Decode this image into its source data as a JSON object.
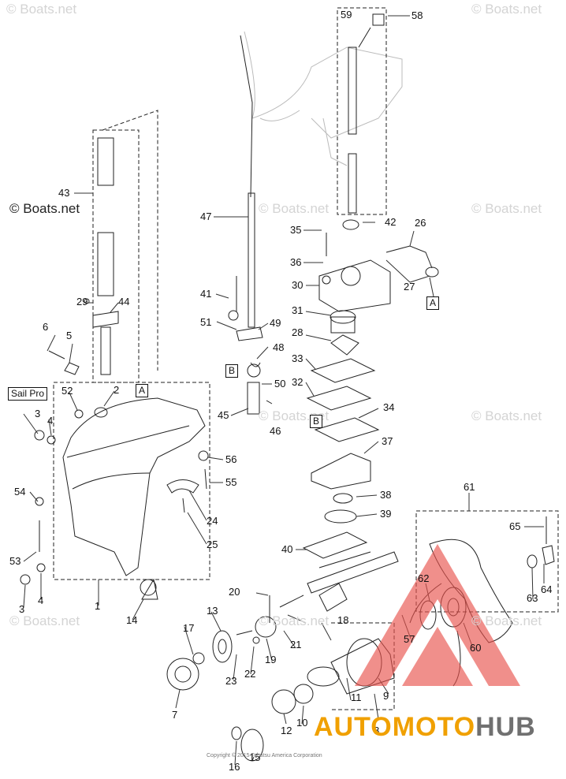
{
  "watermarks": {
    "main": "© Boats.net",
    "repeat": "© Boats.net"
  },
  "copyright": "Copyright © 2015 Tohatsu America Corporation",
  "brand": {
    "part1": "AUTOMOTO",
    "part2": "HUB"
  },
  "callouts": {
    "sail_pro": "Sail Pro",
    "box_a": "A",
    "box_b": "B"
  },
  "part_numbers": {
    "p1": "1",
    "p2": "2",
    "p3a": "3",
    "p3b": "3",
    "p4a": "4",
    "p4b": "4",
    "p5": "5",
    "p6": "6",
    "p7": "7",
    "p8": "8",
    "p9": "9",
    "p10": "10",
    "p11": "11",
    "p12": "12",
    "p13": "13",
    "p14": "14",
    "p15": "15",
    "p16": "16",
    "p17": "17",
    "p18": "18",
    "p19": "19",
    "p20": "20",
    "p21": "21",
    "p22": "22",
    "p23": "23",
    "p24": "24",
    "p25": "25",
    "p26": "26",
    "p27": "27",
    "p28": "28",
    "p29": "29",
    "p30": "30",
    "p31": "31",
    "p32": "32",
    "p33": "33",
    "p34": "34",
    "p35": "35",
    "p36": "36",
    "p37": "37",
    "p38": "38",
    "p39": "39",
    "p40": "40",
    "p41": "41",
    "p42": "42",
    "p43": "43",
    "p44": "44",
    "p45": "45",
    "p46": "46",
    "p47": "47",
    "p48": "48",
    "p49": "49",
    "p50": "50",
    "p51": "51",
    "p52": "52",
    "p53": "53",
    "p54": "54",
    "p55": "55",
    "p56": "56",
    "p57": "57",
    "p58": "58",
    "p59": "59",
    "p60": "60",
    "p61": "61",
    "p62": "62",
    "p63": "63",
    "p64": "64",
    "p65": "65"
  }
}
